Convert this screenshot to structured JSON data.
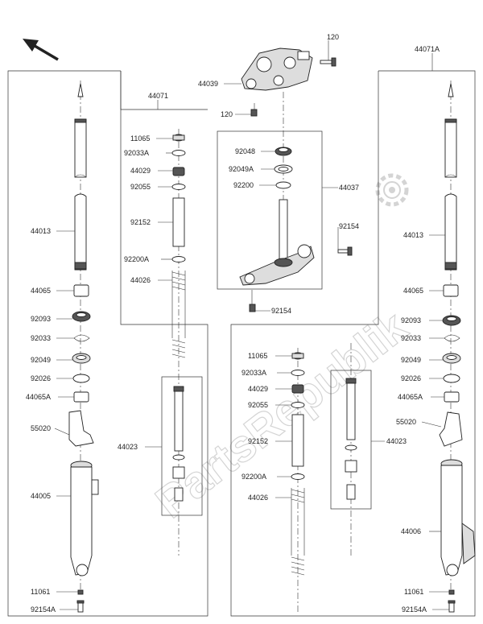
{
  "labels": {
    "p120a": "120",
    "p120b": "120",
    "p44039": "44039",
    "p44071": "44071",
    "p44071A": "44071A",
    "p11065": "11065",
    "p92033A": "92033A",
    "p44029": "44029",
    "p92055": "92055",
    "p92152": "92152",
    "p92200A": "92200A",
    "p44026": "44026",
    "p44023": "44023",
    "p44013": "44013",
    "p44065": "44065",
    "p92093": "92093",
    "p92033": "92033",
    "p92049": "92049",
    "p92026": "92026",
    "p44065A": "44065A",
    "p55020": "55020",
    "p44005": "44005",
    "p11061": "11061",
    "p92154A": "92154A",
    "p92048": "92048",
    "p92049A": "92049A",
    "p92200": "92200",
    "p44037": "44037",
    "p92154a": "92154",
    "p92154b": "92154",
    "r11065": "11065",
    "r92033A": "92033A",
    "r44029": "44029",
    "r92055": "92055",
    "r92152": "92152",
    "r92200A": "92200A",
    "r44026": "44026",
    "r44023": "44023",
    "r44013": "44013",
    "r44065": "44065",
    "r92093": "92093",
    "r92033": "92033",
    "r92049": "92049",
    "r92026": "92026",
    "r44065A": "44065A",
    "r55020": "55020",
    "r44006": "44006",
    "r11061": "11061",
    "r92154A": "92154A"
  },
  "watermark": "PartsRepublik",
  "icons": {
    "direction": "arrow-up-left-icon",
    "brand": "gear-icon"
  },
  "colors": {
    "line": "#333333",
    "watermark": "#d4d4d4"
  }
}
